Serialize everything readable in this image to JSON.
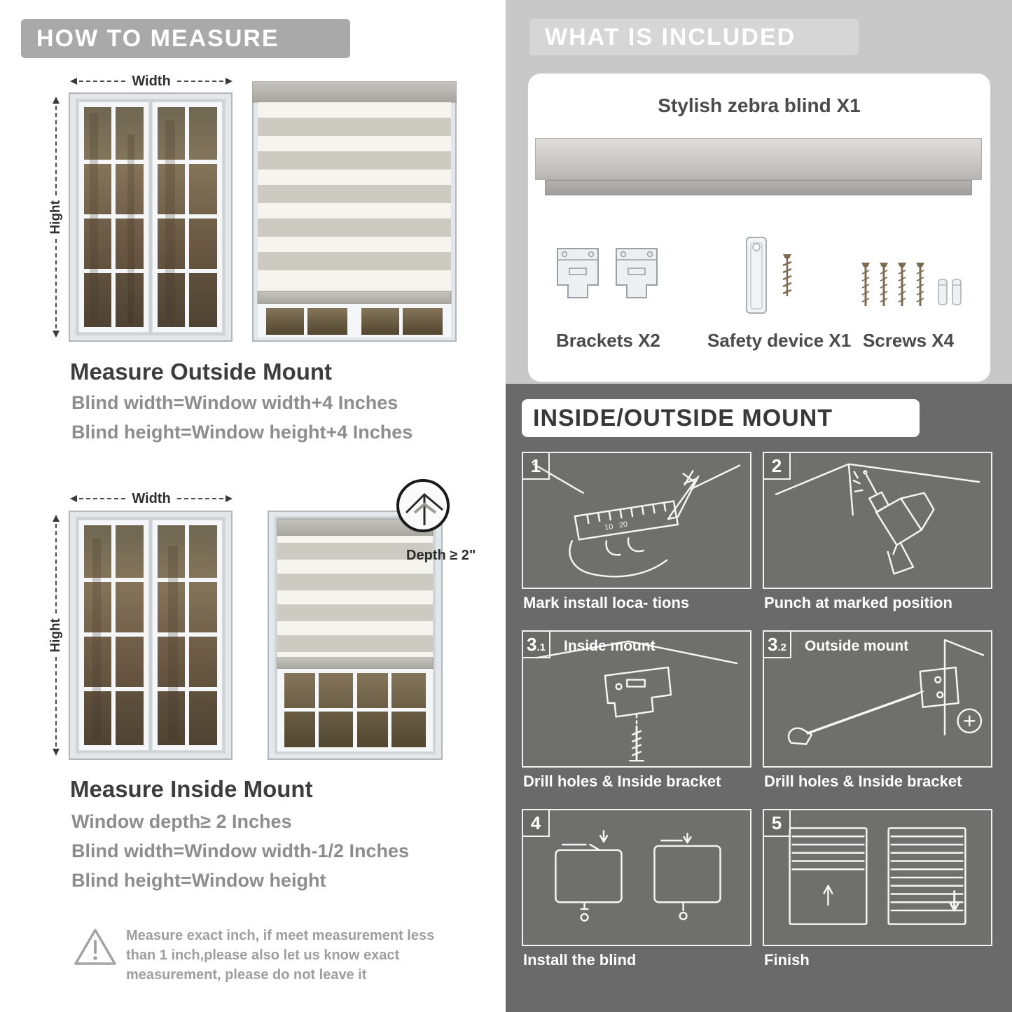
{
  "how": {
    "header": "HOW TO MEASURE",
    "width_label": "Width",
    "height_label": "Hight",
    "outside_title": "Measure Outside Mount",
    "outside_line1": "Blind width=Window width+4 Inches",
    "outside_line2": "Blind height=Window height+4 Inches",
    "depth_label": "Depth ≥ 2\"",
    "inside_title": "Measure Inside Mount",
    "inside_line1": "Window depth≥ 2 Inches",
    "inside_line2": "Blind width=Window width-1/2 Inches",
    "inside_line3": "Blind height=Window height",
    "warning_line1": "Measure exact inch, if meet measurement less",
    "warning_line2": "than 1 inch,please also let us know exact",
    "warning_line3": "measurement, please do not leave it"
  },
  "included": {
    "header": "WHAT IS INCLUDED",
    "blind_label": "Stylish zebra blind X1",
    "brackets_label": "Brackets X2",
    "safety_label": "Safety device X1",
    "screws_label": "Screws X4"
  },
  "mount": {
    "header": "INSIDE/OUTSIDE MOUNT",
    "steps": [
      {
        "num": "1",
        "sub": "",
        "title": "",
        "caption": "Mark install loca- tions"
      },
      {
        "num": "2",
        "sub": "",
        "title": "",
        "caption": "Punch at  marked position"
      },
      {
        "num": "3",
        "sub": ".1",
        "title": "Inside mount",
        "caption": "Drill holes &  Inside bracket"
      },
      {
        "num": "3",
        "sub": ".2",
        "title": "Outside mount",
        "caption": "Drill holes &  Inside bracket"
      },
      {
        "num": "4",
        "sub": "",
        "title": "",
        "caption": "Install the blind"
      },
      {
        "num": "5",
        "sub": "",
        "title": "",
        "caption": "Finish"
      }
    ]
  },
  "colors": {
    "left_banner": "#a9a9a9",
    "included_bg": "#c8c8c8",
    "included_banner": "#d6d6d6",
    "mount_bg": "#6a6a6a",
    "heading": "#3d3d3d",
    "body_gray": "#8d8d8d"
  }
}
